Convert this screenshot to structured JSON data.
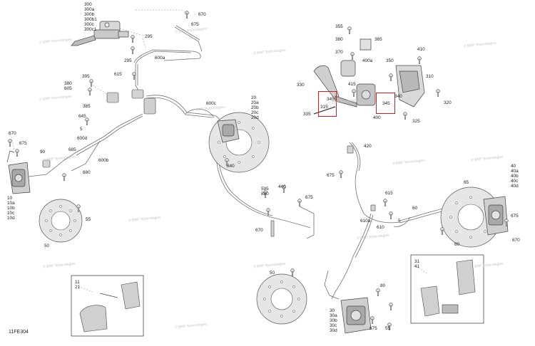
{
  "diagram_code": "11FE304",
  "watermark_text": "© BRP Technologies",
  "highlight_color": "#e01b1b",
  "labels": {
    "l300": "300",
    "l300a": "300a",
    "l300b": "300b",
    "l300b1": "300b1",
    "l300c": "300c",
    "l300c1": "300c1",
    "l670_top": "670",
    "l675_top": "675",
    "l295_a": "295",
    "l295_b": "295",
    "l600a": "600a",
    "l615": "615",
    "l395": "395",
    "l380": "380",
    "l605": "605",
    "l385": "385",
    "l645": "645",
    "l5_a": "5",
    "l600d": "600d",
    "l670_left": "670",
    "l675_left": "675",
    "l90": "90",
    "l685": "685",
    "l600b": "600b",
    "l680": "680",
    "l10": "10",
    "l10a": "10a",
    "l10b": "10b",
    "l10c": "10c",
    "l10d": "10d",
    "l55_left": "55",
    "l50_left": "50",
    "l600c": "600c",
    "l20": "20",
    "l20a": "20a",
    "l20b": "20b",
    "l20c": "20c",
    "l20d": "20d",
    "l840": "840",
    "l595": "595",
    "l880": "880",
    "l440": "440",
    "l675_mid": "675",
    "l670_mid": "670",
    "l355": "355",
    "l380_r": "380",
    "l370": "370",
    "l365": "365",
    "l400a": "400a",
    "l350": "350",
    "l410": "410",
    "l310": "310",
    "l330": "330",
    "l415": "415",
    "l345_a": "345",
    "l315": "315",
    "l335": "335",
    "l340": "340",
    "l345_b": "345",
    "l400": "400",
    "l320": "320",
    "l325": "325",
    "l420": "420",
    "l675_r": "675",
    "l615_r": "615",
    "l610a": "610a",
    "l610": "610",
    "l5_r": "5",
    "l60": "60",
    "l65": "65",
    "l40": "40",
    "l40a": "40a",
    "l40b": "40b",
    "l40c": "40c",
    "l40d": "40d",
    "l675_far": "675",
    "l670_far": "670",
    "l80": "80",
    "l50_mid": "50",
    "l80_b": "80",
    "l30": "30",
    "l30a": "30a",
    "l30b": "30b",
    "l30c": "30c",
    "l30d": "30d",
    "l675_b": "675",
    "l55_b": "55",
    "l11": "11",
    "l21": "21",
    "l31": "31",
    "l41": "41"
  }
}
